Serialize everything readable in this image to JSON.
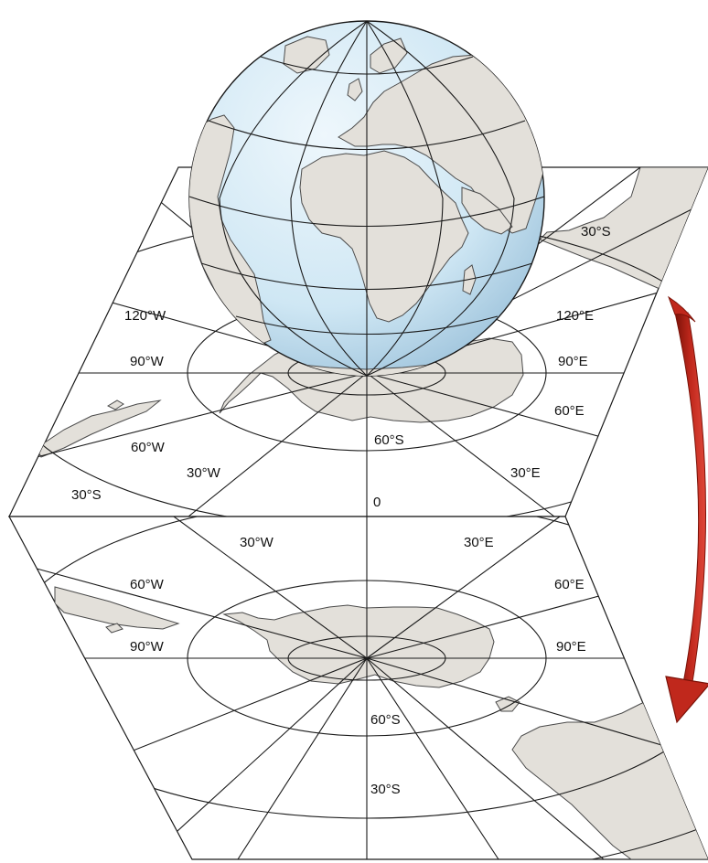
{
  "colors": {
    "plane_fill": "#ffffff",
    "land": "#e3e0da",
    "land_stroke": "#4a4a4a",
    "grid": "#1a1a1a",
    "ocean_top": "#eef7fc",
    "ocean_mid": "#cfe7f4",
    "ocean_edge": "#9fc4dc",
    "arrow_red": "#c0281c",
    "arrow_dark": "#7a1208"
  },
  "arrow": {
    "direction": "downward",
    "description_icon": "curved-arrow-icon"
  },
  "labels": {
    "upper": {
      "lat30s_right": "30°S",
      "w120": "120°W",
      "e120": "120°E",
      "w90": "90°W",
      "e90": "90°E",
      "e60": "60°E",
      "lat60s": "60°S",
      "w60": "60°W",
      "w30": "30°W",
      "e30": "30°E",
      "lat30s_left": "30°S",
      "zero": "0"
    },
    "lower": {
      "w30": "30°W",
      "e30": "30°E",
      "w60": "60°W",
      "e60": "60°E",
      "w90": "90°W",
      "e90": "90°E",
      "lat60s": "60°S",
      "lat30s": "30°S"
    }
  }
}
